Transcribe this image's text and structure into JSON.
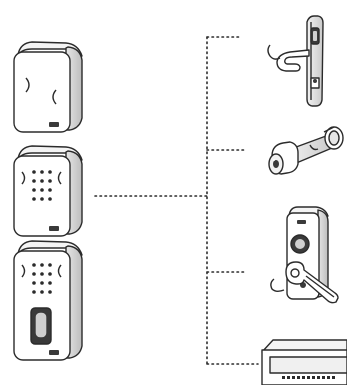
{
  "diagram": {
    "readers": [
      {
        "id": "reader-basic",
        "icon": "card-reader-icon"
      },
      {
        "id": "reader-keypad",
        "icon": "keypad-reader-icon"
      },
      {
        "id": "reader-fingerprint",
        "icon": "fingerprint-reader-icon"
      }
    ],
    "devices": [
      {
        "id": "door-handle-lock",
        "icon": "electronic-door-handle-icon"
      },
      {
        "id": "cylinder-lock",
        "icon": "electronic-cylinder-icon"
      },
      {
        "id": "lever-lock",
        "icon": "electronic-lever-lock-icon"
      },
      {
        "id": "control-unit",
        "icon": "control-unit-icon"
      }
    ],
    "connector_style": "dotted",
    "colors": {
      "stroke": "#2b2b2b",
      "fill": "#ffffff",
      "shade": "#d9d9d9",
      "dark": "#3a3a3a"
    }
  }
}
